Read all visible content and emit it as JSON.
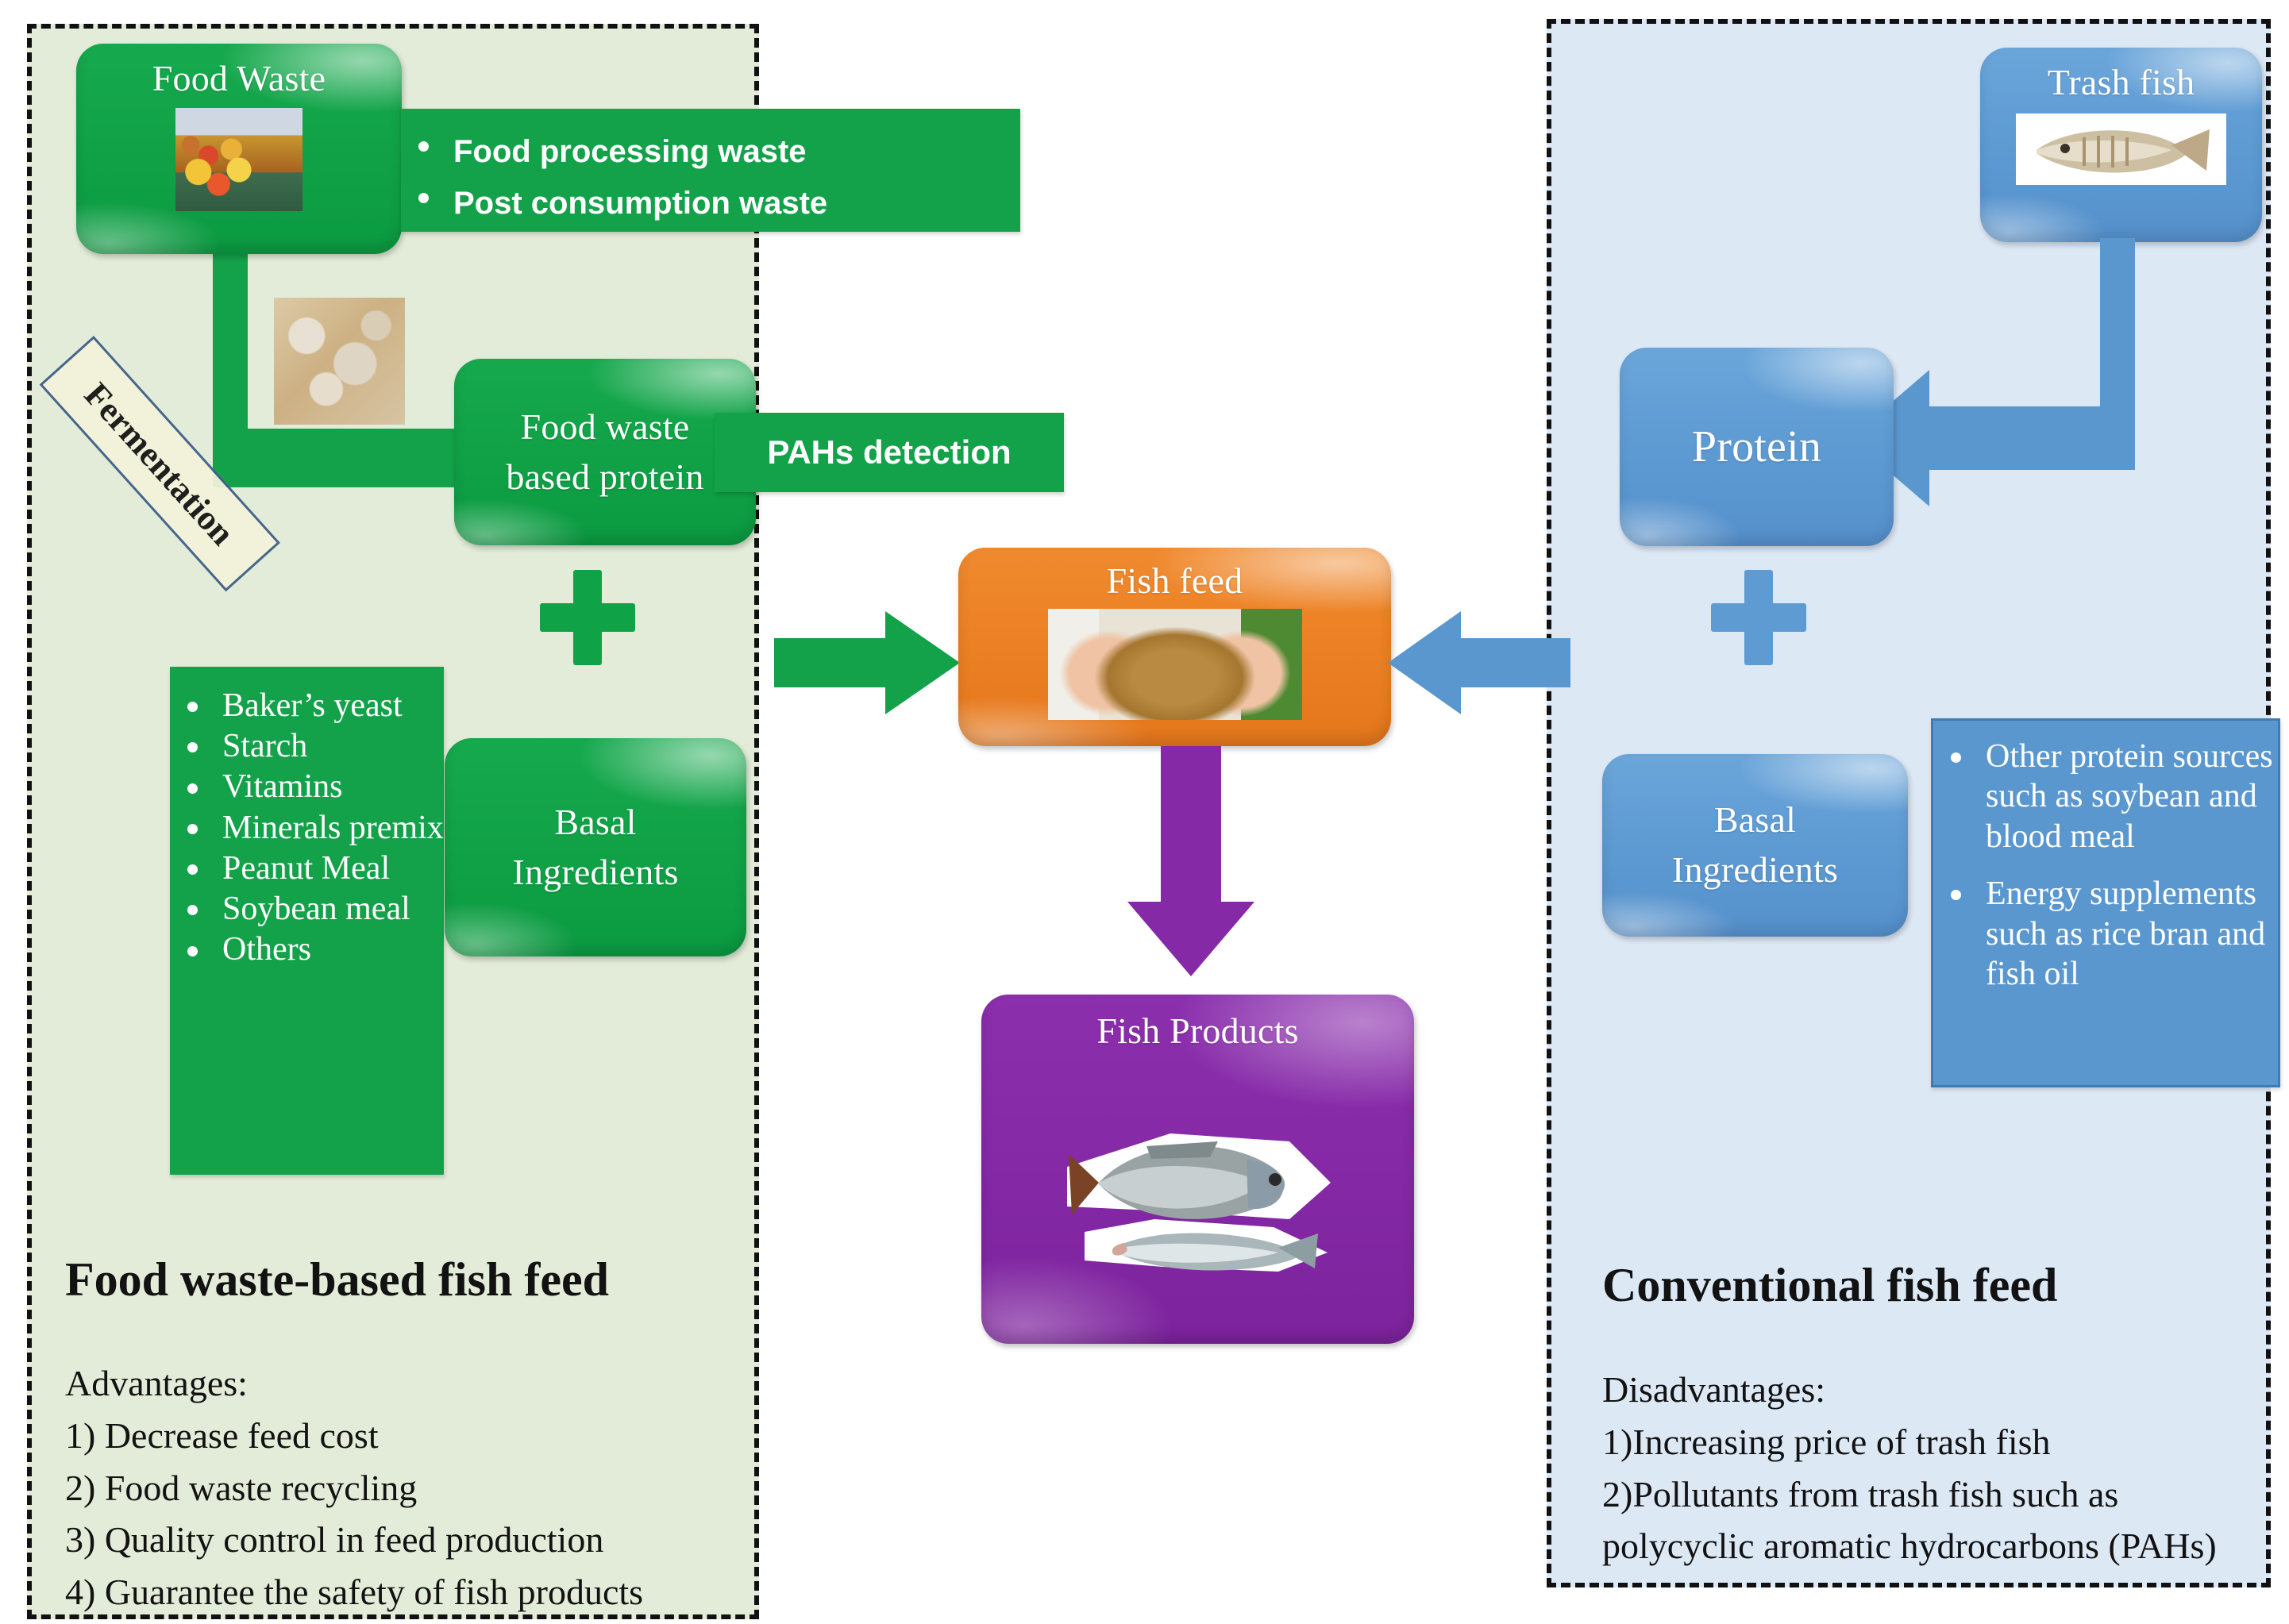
{
  "panels": {
    "left": {
      "title": "Food waste-based fish feed",
      "list_header": "Advantages:",
      "lines": [
        "1) Decrease feed cost",
        "2) Food waste recycling",
        "3) Quality control in feed production",
        "4) Guarantee the safety of fish products"
      ],
      "bg_color": "#e3ecd8"
    },
    "right": {
      "title": "Conventional fish feed",
      "list_header": "Disadvantages:",
      "lines": [
        "1)Increasing price of trash fish",
        "2)Pollutants from trash fish such as",
        "polycyclic aromatic hydrocarbons (PAHs)"
      ],
      "bg_color": "#dde8f5"
    }
  },
  "nodes": {
    "food_waste": {
      "label": "Food Waste",
      "image": "food-waste-photo",
      "color": "#11a247"
    },
    "waste_types": {
      "items": [
        "Food processing waste",
        "Post consumption waste"
      ],
      "color": "#13a24a"
    },
    "fermentation": {
      "label": "Fermentation",
      "fill": "#f4f3dc",
      "border": "#3b5c86"
    },
    "ferment_image": {
      "image": "fermentation-culture-photo"
    },
    "fw_protein": {
      "label_line1": "Food waste",
      "label_line2": "based protein",
      "color": "#11a247"
    },
    "pahs_detection": {
      "label": "PAHs detection",
      "color": "#13a24a"
    },
    "basal_left": {
      "label_line1": "Basal",
      "label_line2": "Ingredients",
      "color": "#11a247"
    },
    "ingredients_left": {
      "items": [
        "Baker’s yeast",
        "Starch",
        "Vitamins",
        "Minerals premix",
        "Peanut Meal",
        "Soybean meal",
        "Others"
      ],
      "color": "#13a24a"
    },
    "fish_feed": {
      "label": "Fish feed",
      "image": "feed-pellets-photo",
      "color": "#ec8024"
    },
    "fish_products": {
      "label": "Fish Products",
      "image": "tilapia-and-fish-photo",
      "color": "#8529a6"
    },
    "trash_fish": {
      "label": "Trash fish",
      "image": "trash-fish-photo",
      "color": "#5e9bd3"
    },
    "protein": {
      "label": "Protein",
      "color": "#5e9bd3"
    },
    "basal_right": {
      "label_line1": "Basal",
      "label_line2": "Ingredients",
      "color": "#5e9bd3"
    },
    "ingredients_right": {
      "items": [
        "Other protein sources such as soybean and blood meal",
        "Energy supplements such as rice bran and fish oil"
      ],
      "color": "#5a97cf"
    }
  },
  "symbols": {
    "plus_left": "+",
    "plus_right": "+"
  },
  "colors": {
    "green": "#11a247",
    "green_flat": "#13a24a",
    "blue": "#5e9bd3",
    "blue_flat": "#5a97cf",
    "orange": "#ec8024",
    "purple": "#8529a6",
    "panel_green_bg": "#e3ecd8",
    "panel_blue_bg": "#dde8f5",
    "dash_border": "#111111"
  }
}
